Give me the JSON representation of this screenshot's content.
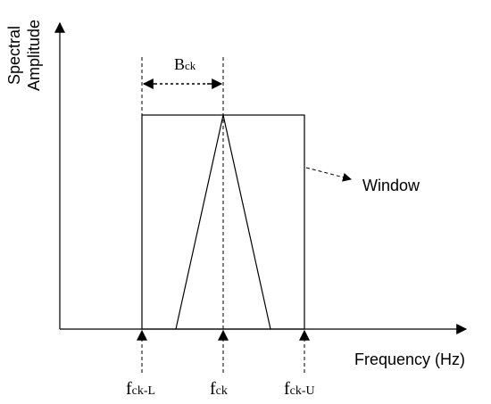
{
  "axes": {
    "y_label_line1": "Spectral",
    "y_label_line2": "Amplitude",
    "x_label": "Frequency (Hz)"
  },
  "window_label": "Window",
  "bandwidth": {
    "base": "B",
    "sub": "ck"
  },
  "markers": {
    "lower": {
      "base": "f",
      "sub": "ck-L"
    },
    "center": {
      "base": "f",
      "sub": "ck"
    },
    "upper": {
      "base": "f",
      "sub": "ck-U"
    }
  },
  "colors": {
    "stroke": "#000000",
    "background": "#ffffff"
  }
}
